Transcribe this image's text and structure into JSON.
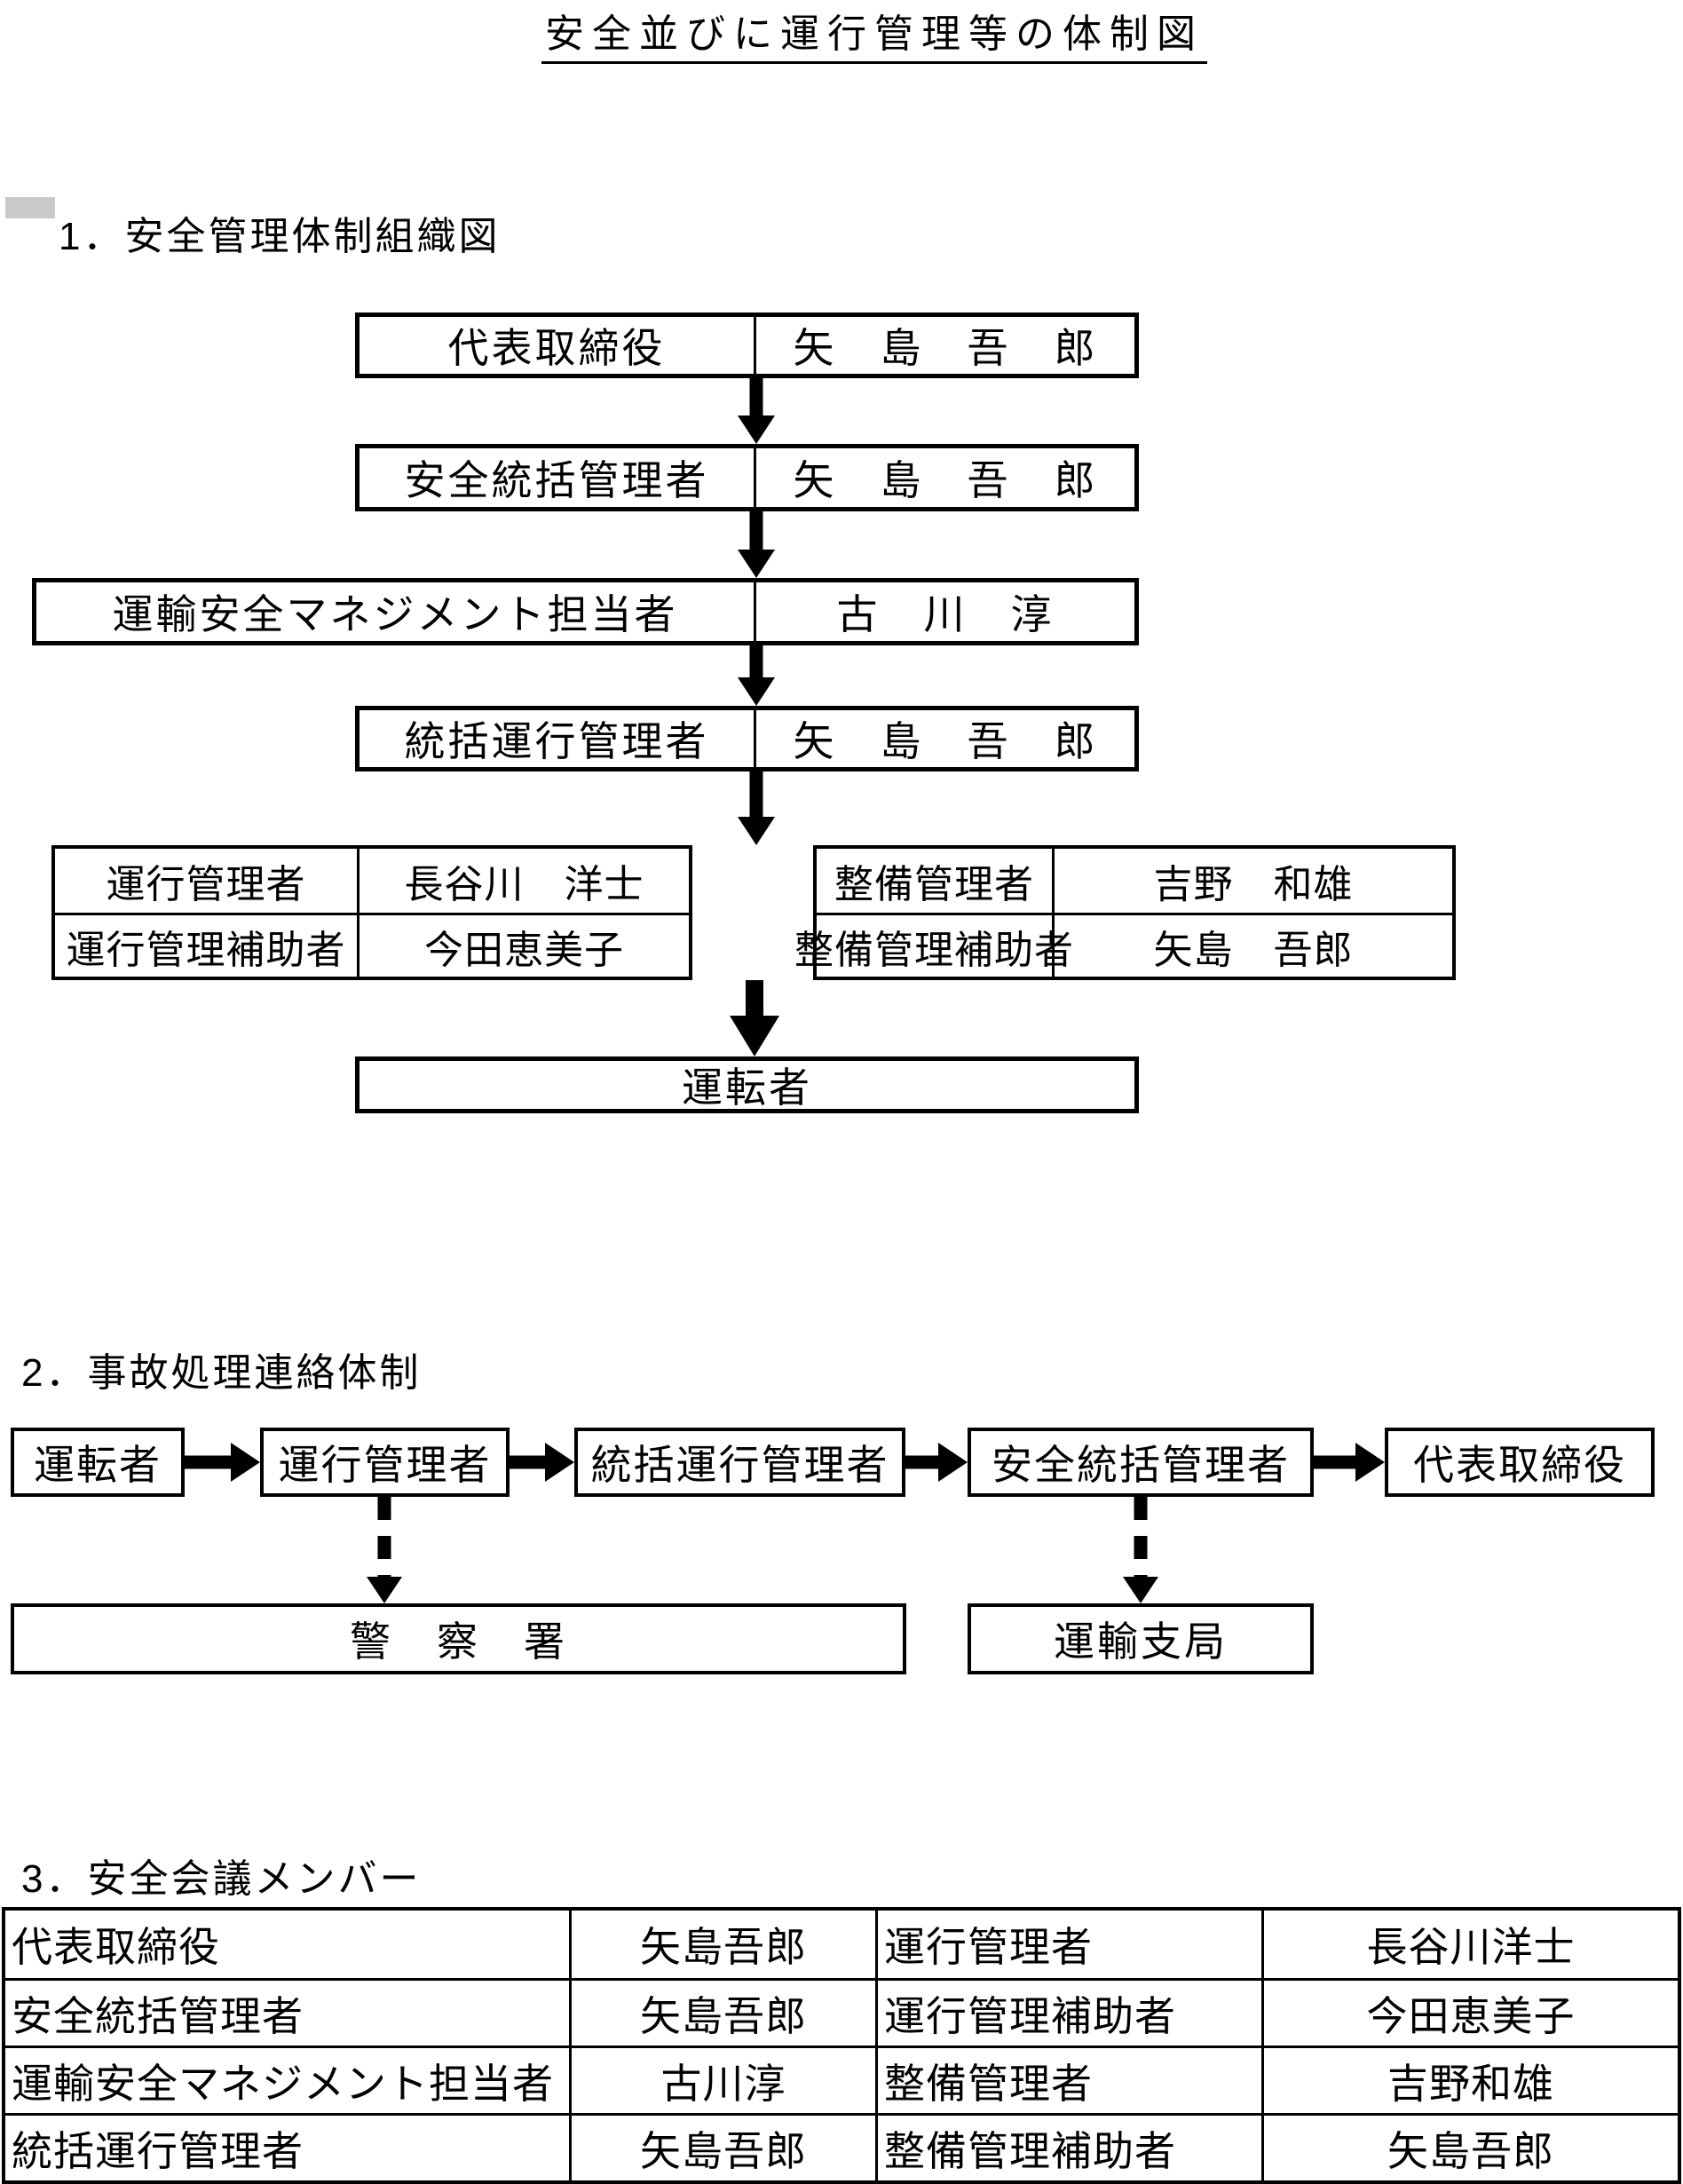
{
  "page": {
    "title": "安全並びに運行管理等の体制図",
    "background": "#ffffff",
    "ink": "#000000",
    "stray_mark_color": "#c9c9c9"
  },
  "section1": {
    "heading": "1．安全管理体制組織図",
    "chain": [
      {
        "role": "代表取締役",
        "name": "矢　島　吾　郎"
      },
      {
        "role": "安全統括管理者",
        "name": "矢　島　吾　郎"
      },
      {
        "role": "運輸安全マネジメント担当者",
        "name": "古　川　淳"
      },
      {
        "role": "統括運行管理者",
        "name": "矢　島　吾　郎"
      }
    ],
    "operation_table": [
      {
        "role": "運行管理者",
        "name": "長谷川　洋士"
      },
      {
        "role": "運行管理補助者",
        "name": "今田恵美子"
      }
    ],
    "maintenance_table": [
      {
        "role": "整備管理者",
        "name": "吉野　和雄"
      },
      {
        "role": "整備管理補助者",
        "name": "矢島　吾郎"
      }
    ],
    "driver": "運転者"
  },
  "section2": {
    "heading": "2．事故処理連絡体制",
    "flow": [
      {
        "label": "運転者"
      },
      {
        "label": "運行管理者"
      },
      {
        "label": "統括運行管理者"
      },
      {
        "label": "安全統括管理者"
      },
      {
        "label": "代表取締役"
      }
    ],
    "police": "警　察　署",
    "transport_bureau": "運輸支局"
  },
  "section3": {
    "heading": "3．安全会議メンバー",
    "table": {
      "rows": [
        [
          "代表取締役",
          "矢島吾郎",
          "運行管理者",
          "長谷川洋士"
        ],
        [
          "安全統括管理者",
          "矢島吾郎",
          "運行管理補助者",
          "今田恵美子"
        ],
        [
          "運輸安全マネジメント担当者",
          "古川淳",
          "整備管理者",
          "吉野和雄"
        ],
        [
          "統括運行管理者",
          "矢島吾郎",
          "整備管理補助者",
          "矢島吾郎"
        ]
      ]
    }
  }
}
